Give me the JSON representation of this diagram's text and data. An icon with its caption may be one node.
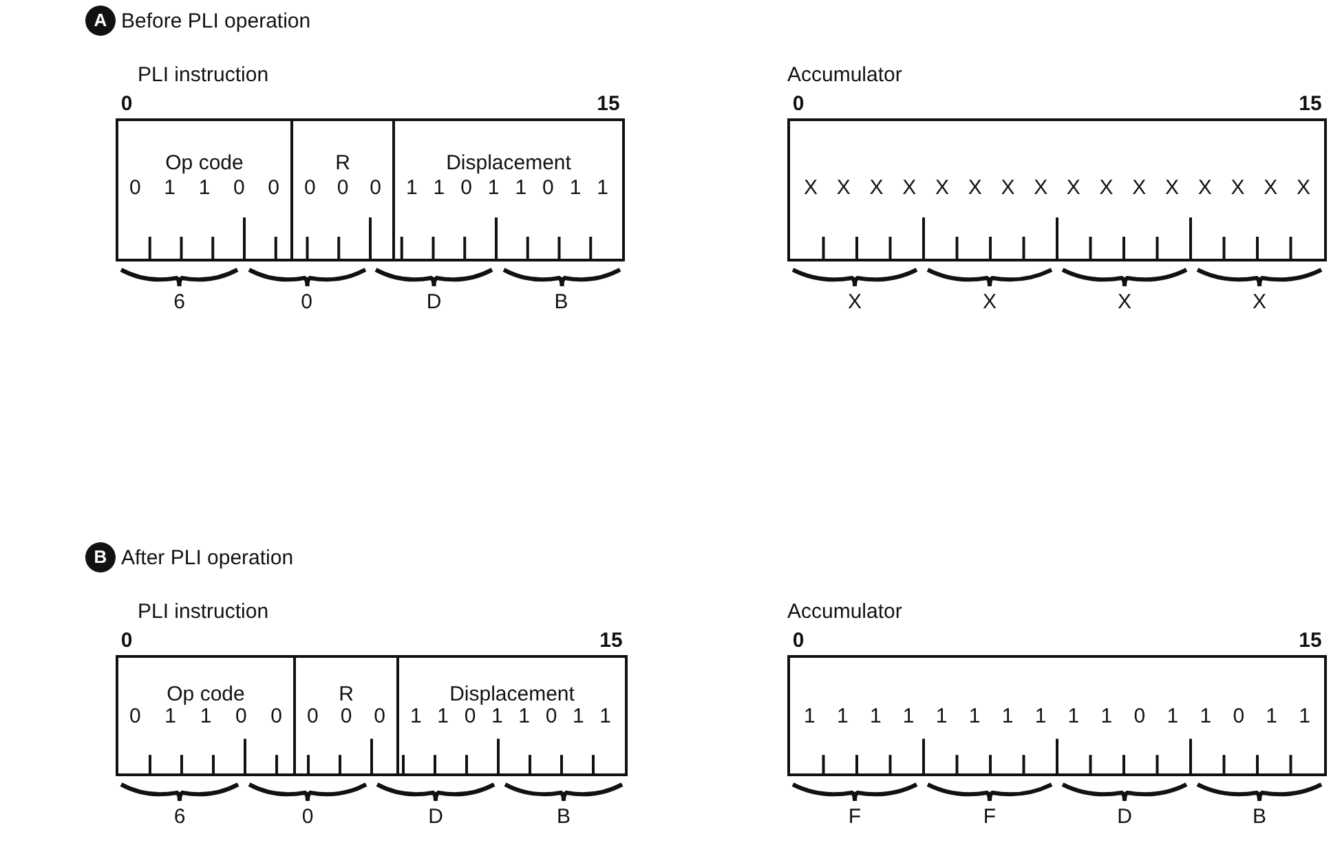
{
  "diagram": {
    "nodes": [
      {
        "text": [
          "A"
        ],
        "beside": [
          "Before PLI operation"
        ]
      },
      {
        "text": [
          "PLI instruction"
        ]
      },
      {
        "text": [
          "Op code",
          "0 1 1 0 0"
        ],
        "in": 1
      },
      {
        "text": [
          "R",
          "0 0 0"
        ],
        "in": 1
      },
      {
        "text": [
          "Displacement",
          "1 1 0 1 1 0 1 1"
        ],
        "in": 1
      },
      {
        "text": [
          "Accumulator",
          "X X X X X X X X X X X X X X X X"
        ]
      },
      {
        "text": [
          "B"
        ],
        "beside": [
          "After PLI operation"
        ]
      },
      {
        "text": [
          "PLI instruction"
        ]
      },
      {
        "text": [
          "Op code",
          "0 1 1 0 0"
        ],
        "in": 7
      },
      {
        "text": [
          "R",
          "0 0 0"
        ],
        "in": 7
      },
      {
        "text": [
          "Displacement",
          "1 1 0 1 1 0 1 1"
        ],
        "in": 7
      },
      {
        "text": [
          "Accumulator",
          "1 1 1 1 1 1 1 1 1 1 0 1 1 0 1 1"
        ]
      }
    ],
    "edges": [],
    "labels": [
      "0",
      "15",
      "0",
      "15",
      "6",
      "0",
      "D",
      "B",
      "X",
      "X",
      "X",
      "X",
      "0",
      "15",
      "0",
      "15",
      "6",
      "0",
      "D",
      "B",
      "F",
      "F",
      "D",
      "B"
    ]
  }
}
